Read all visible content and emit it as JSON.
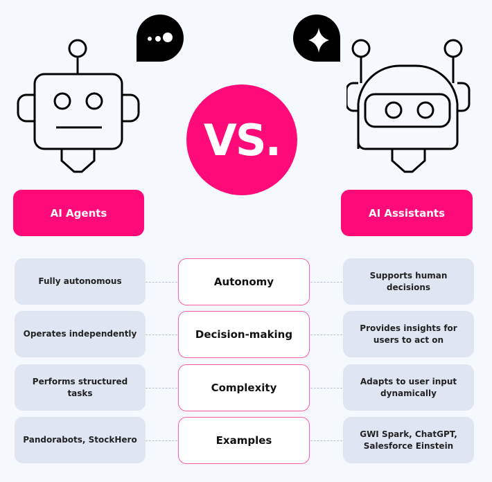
{
  "left": {
    "label": "AI Agents",
    "bubble_icon": "chat-dots-icon"
  },
  "right": {
    "label": "AI Assistants",
    "bubble_icon": "sparkle-icon"
  },
  "vs_label": "VS.",
  "rows": [
    {
      "category": "Autonomy",
      "agents": "Fully autonomous",
      "assistants": "Supports human decisions"
    },
    {
      "category": "Decision-making",
      "agents": "Operates independently",
      "assistants": "Provides insights for users to act on"
    },
    {
      "category": "Complexity",
      "agents": "Performs structured tasks",
      "assistants": "Adapts to user input dynamically"
    },
    {
      "category": "Examples",
      "agents": "Pandorabots, StockHero",
      "assistants": "GWI Spark, ChatGPT, Salesforce Einstein"
    }
  ],
  "colors": {
    "accent": "#ff0a78",
    "card": "#dfe6f2",
    "background": "#f5f9fe"
  }
}
